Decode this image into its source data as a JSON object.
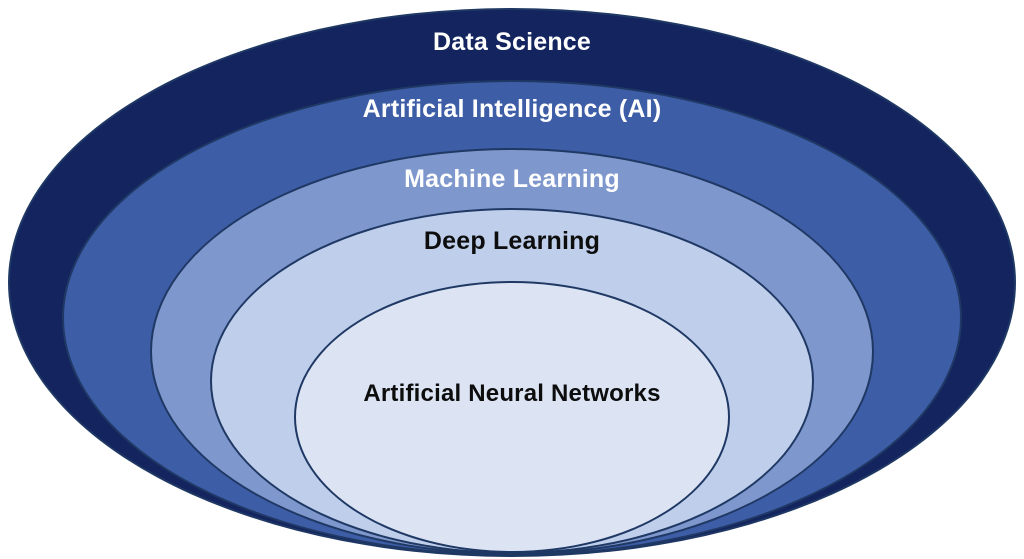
{
  "diagram": {
    "type": "nested-ellipses",
    "background": "#ffffff",
    "stroke_color": "#1f3864",
    "layers": [
      {
        "label": "Data Science",
        "fill": "#13245e",
        "label_color": "#ffffff"
      },
      {
        "label": "Artificial Intelligence (AI)",
        "fill": "#3d5da6",
        "label_color": "#ffffff"
      },
      {
        "label": "Machine Learning",
        "fill": "#7e97cc",
        "label_color": "#ffffff"
      },
      {
        "label": "Deep Learning",
        "fill": "#bfcfeb",
        "label_color": "#0d0d0d"
      },
      {
        "label": "Artificial Neural Networks",
        "fill": "#dce4f4",
        "label_color": "#0d0d0d"
      }
    ]
  }
}
